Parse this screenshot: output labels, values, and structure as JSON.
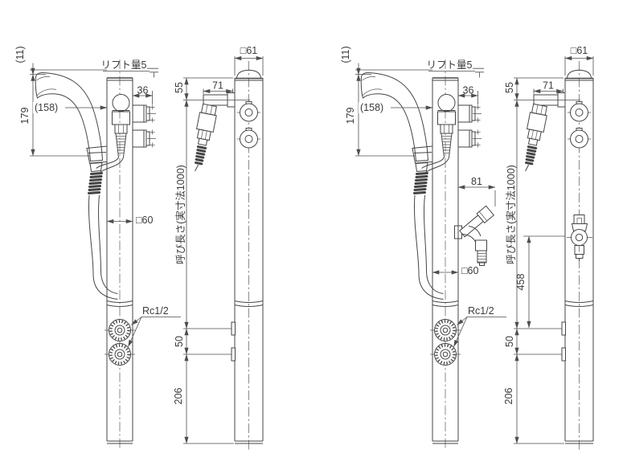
{
  "drawing": {
    "background": "#ffffff",
    "line_color": "#454545",
    "text_color": "#3b3b3b",
    "labels": {
      "offset_11": "(11)",
      "lift_note": "リフト量5",
      "width_36": "36",
      "height_179": "179",
      "width_158": "(158)",
      "square_60": "□60",
      "thread_rc": "Rc1/2",
      "square_61": "□61",
      "width_71": "71",
      "height_55": "55",
      "nominal_length": "呼び長さ(実寸法1000)",
      "pitch_50": "50",
      "height_206": "206",
      "width_81": "81",
      "height_458": "458"
    }
  }
}
